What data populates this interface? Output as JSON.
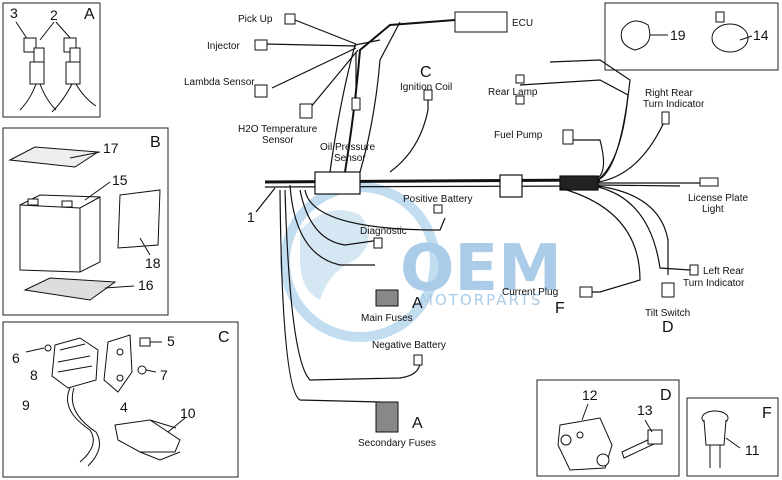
{
  "image": {
    "alt": "Electrical wiring harness diagram"
  },
  "watermark": {
    "logo": "OEM",
    "subtitle": "MOTORPARTS",
    "color": "#9cc4e4"
  },
  "connectors": {
    "ecu": "ECU",
    "pickup": "Pick Up",
    "injector": "Injector",
    "lambda": "Lambda Sensor",
    "h2o_line1": "H2O Temperature",
    "h2o_line2": "Sensor",
    "oil_line1": "Oil Pressure",
    "oil_line2": "Sensor",
    "ignition_coil": "Ignition Coil",
    "rear_lamp": "Rear Lamp",
    "fuel_pump": "Fuel Pump",
    "right_rear_line1": "Right Rear",
    "right_rear_line2": "Turn Indicator",
    "license_line1": "License Plate",
    "license_line2": "Light",
    "left_rear_line1": "Left Rear",
    "left_rear_line2": "Turn Indicator",
    "positive_battery": "Positive Battery",
    "diagnostic": "Diagnostic",
    "main_fuses": "Main Fuses",
    "current_plug": "Current Plug",
    "tilt_switch": "Tilt Switch",
    "negative_battery": "Negative Battery",
    "secondary_fuses": "Secondary Fuses"
  },
  "callouts": {
    "c_coil": "C",
    "a_main": "A",
    "f_plug": "F",
    "d_tilt": "D",
    "a_secondary": "A",
    "harness": "1"
  },
  "panels": {
    "a": {
      "letter": "A",
      "n1": "3",
      "n2": "2"
    },
    "b": {
      "letter": "B",
      "n1": "17",
      "n2": "15",
      "n3": "18",
      "n4": "16"
    },
    "c": {
      "letter": "C",
      "n1": "6",
      "n2": "8",
      "n3": "9",
      "n4": "4",
      "n5": "5",
      "n6": "7",
      "n7": "10"
    },
    "top_right": {
      "n1": "19",
      "n2": "14"
    },
    "d": {
      "letter": "D",
      "n1": "12",
      "n2": "13"
    },
    "f": {
      "letter": "F",
      "n1": "11"
    }
  }
}
